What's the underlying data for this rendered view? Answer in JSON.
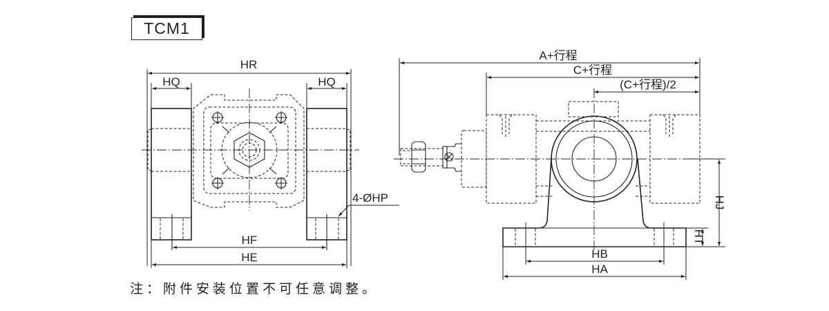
{
  "title": "TCM1",
  "note": "注：附件安装位置不可任意调整。",
  "front_view": {
    "labels": {
      "hr": "HR",
      "hq_left": "HQ",
      "hq_right": "HQ",
      "hf": "HF",
      "he": "HE",
      "hole": "4-ØHP"
    }
  },
  "side_view": {
    "labels": {
      "a_stroke": "A+行程",
      "c_stroke": "C+行程",
      "half_c_stroke": "(C+行程)/2",
      "hb": "HB",
      "ha": "HA",
      "hj": "HJ",
      "ht": "HT"
    }
  },
  "colors": {
    "line": "#231f20",
    "background": "#ffffff"
  }
}
